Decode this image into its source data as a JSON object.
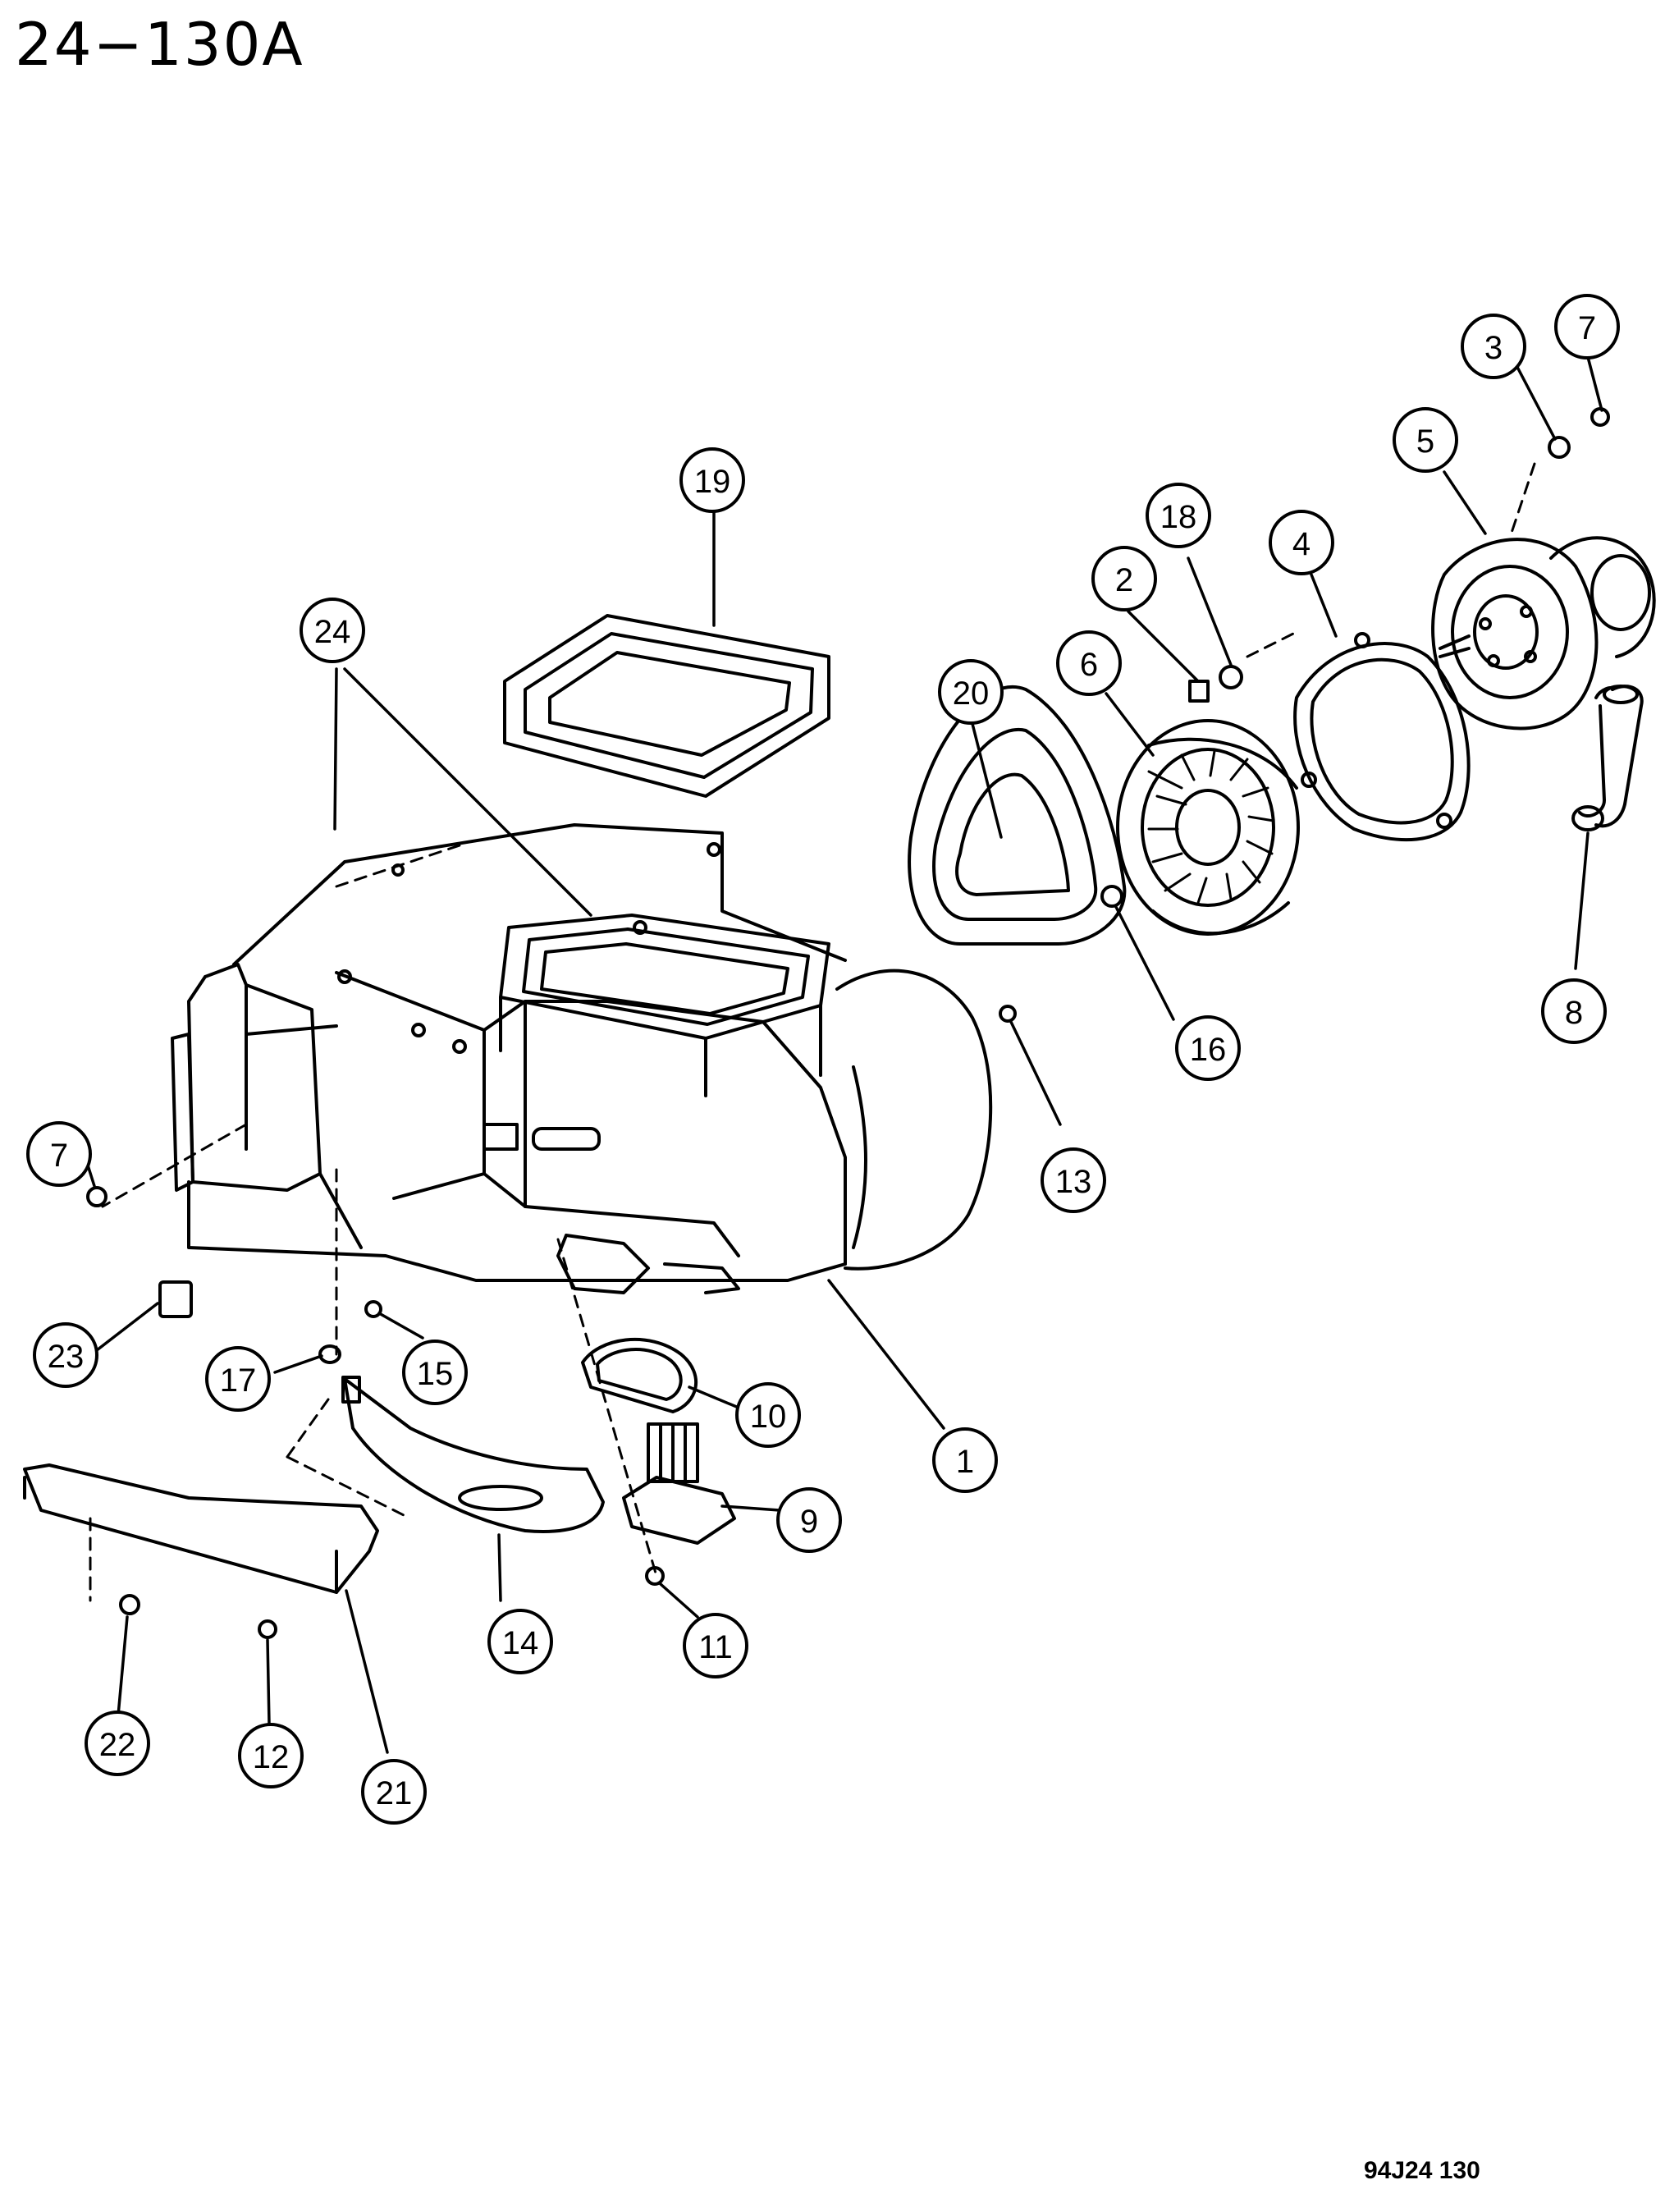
{
  "page": {
    "code": "24−130A",
    "figure_id": "94J24  130"
  },
  "callouts": [
    {
      "number": "1"
    },
    {
      "number": "2"
    },
    {
      "number": "3"
    },
    {
      "number": "4"
    },
    {
      "number": "5"
    },
    {
      "number": "6"
    },
    {
      "number": "7"
    },
    {
      "number": "7"
    },
    {
      "number": "8"
    },
    {
      "number": "9"
    },
    {
      "number": "10"
    },
    {
      "number": "11"
    },
    {
      "number": "12"
    },
    {
      "number": "13"
    },
    {
      "number": "14"
    },
    {
      "number": "15"
    },
    {
      "number": "16"
    },
    {
      "number": "17"
    },
    {
      "number": "18"
    },
    {
      "number": "19"
    },
    {
      "number": "20"
    },
    {
      "number": "21"
    },
    {
      "number": "22"
    },
    {
      "number": "23"
    },
    {
      "number": "24"
    }
  ]
}
